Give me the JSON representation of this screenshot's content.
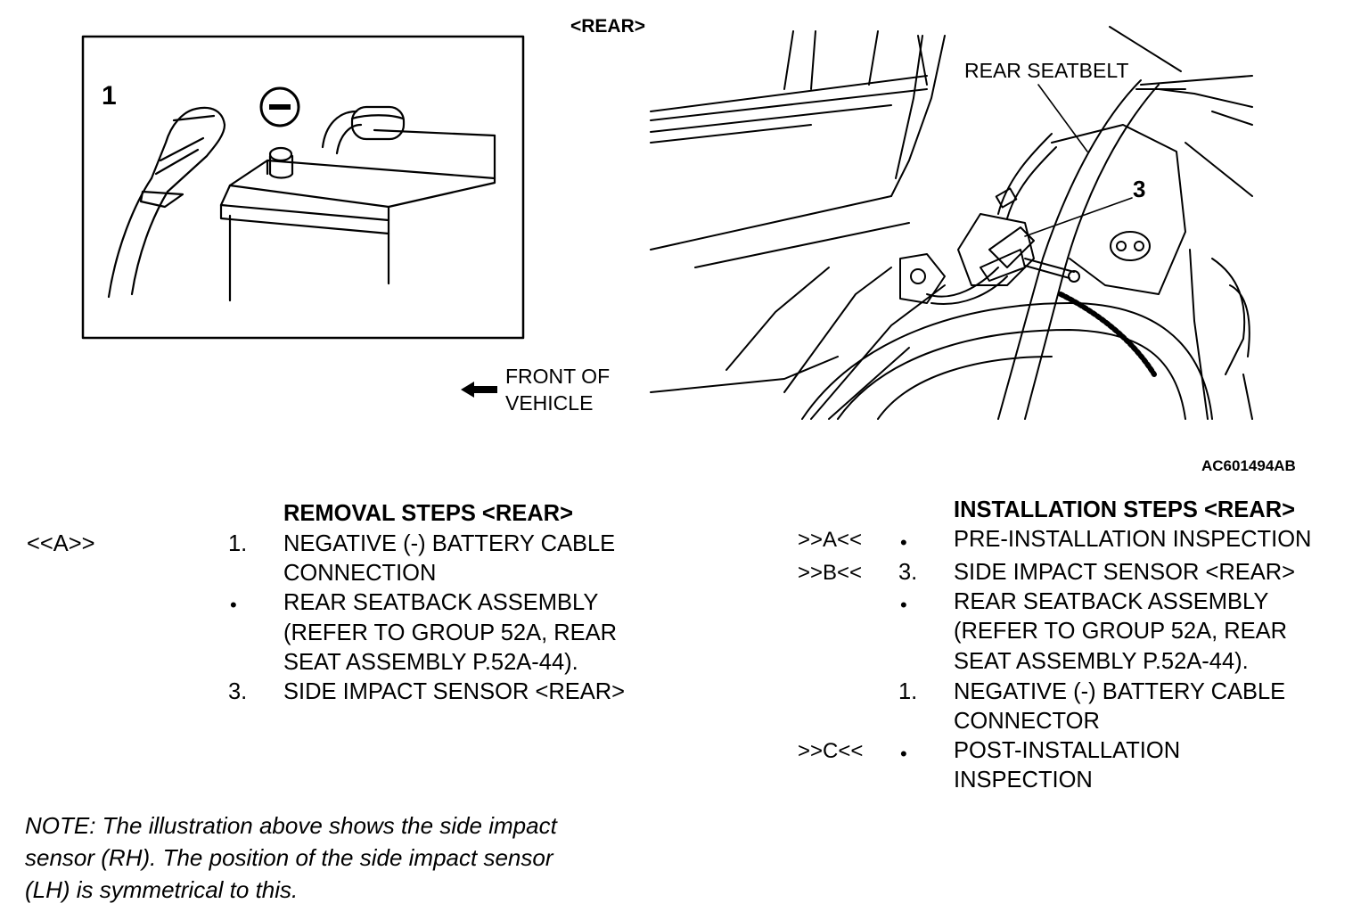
{
  "figure": {
    "view_label": "<REAR>",
    "callout_1": "1",
    "callout_3": "3",
    "rear_seatbelt_label": "REAR SEATBELT",
    "front_label_line1": "FRONT OF",
    "front_label_line2": "VEHICLE",
    "figure_code": "AC601494AB",
    "icons": [
      "negative-terminal-icon",
      "front-arrow-icon"
    ]
  },
  "removal": {
    "heading": "REMOVAL STEPS <REAR>",
    "steps": [
      {
        "code": "<<A>>",
        "marker": "1.",
        "lines": [
          "NEGATIVE (-) BATTERY CABLE",
          "CONNECTION"
        ]
      },
      {
        "code": "",
        "marker": "•",
        "lines": [
          "REAR SEATBACK ASSEMBLY",
          "(REFER TO GROUP 52A, REAR",
          "SEAT ASSEMBLY P.52A-44)."
        ]
      },
      {
        "code": "",
        "marker": "3.",
        "lines": [
          "SIDE IMPACT SENSOR <REAR>"
        ]
      }
    ]
  },
  "installation": {
    "heading": "INSTALLATION STEPS <REAR>",
    "steps": [
      {
        "code": ">>A<<",
        "marker": "•",
        "lines": [
          "PRE-INSTALLATION INSPECTION"
        ]
      },
      {
        "code": ">>B<<",
        "marker": "3.",
        "lines": [
          "SIDE IMPACT SENSOR <REAR>"
        ]
      },
      {
        "code": "",
        "marker": "•",
        "lines": [
          "REAR SEATBACK ASSEMBLY",
          "(REFER TO GROUP 52A, REAR",
          "SEAT ASSEMBLY P.52A-44)."
        ]
      },
      {
        "code": "",
        "marker": "1.",
        "lines": [
          "NEGATIVE (-) BATTERY CABLE",
          "CONNECTOR"
        ]
      },
      {
        "code": ">>C<<",
        "marker": "•",
        "lines": [
          "POST-INSTALLATION",
          "INSPECTION"
        ]
      }
    ]
  },
  "note": {
    "lines": [
      "NOTE: The illustration above shows the side impact",
      "sensor (RH). The position of the side impact sensor",
      "(LH) is symmetrical to this."
    ]
  }
}
